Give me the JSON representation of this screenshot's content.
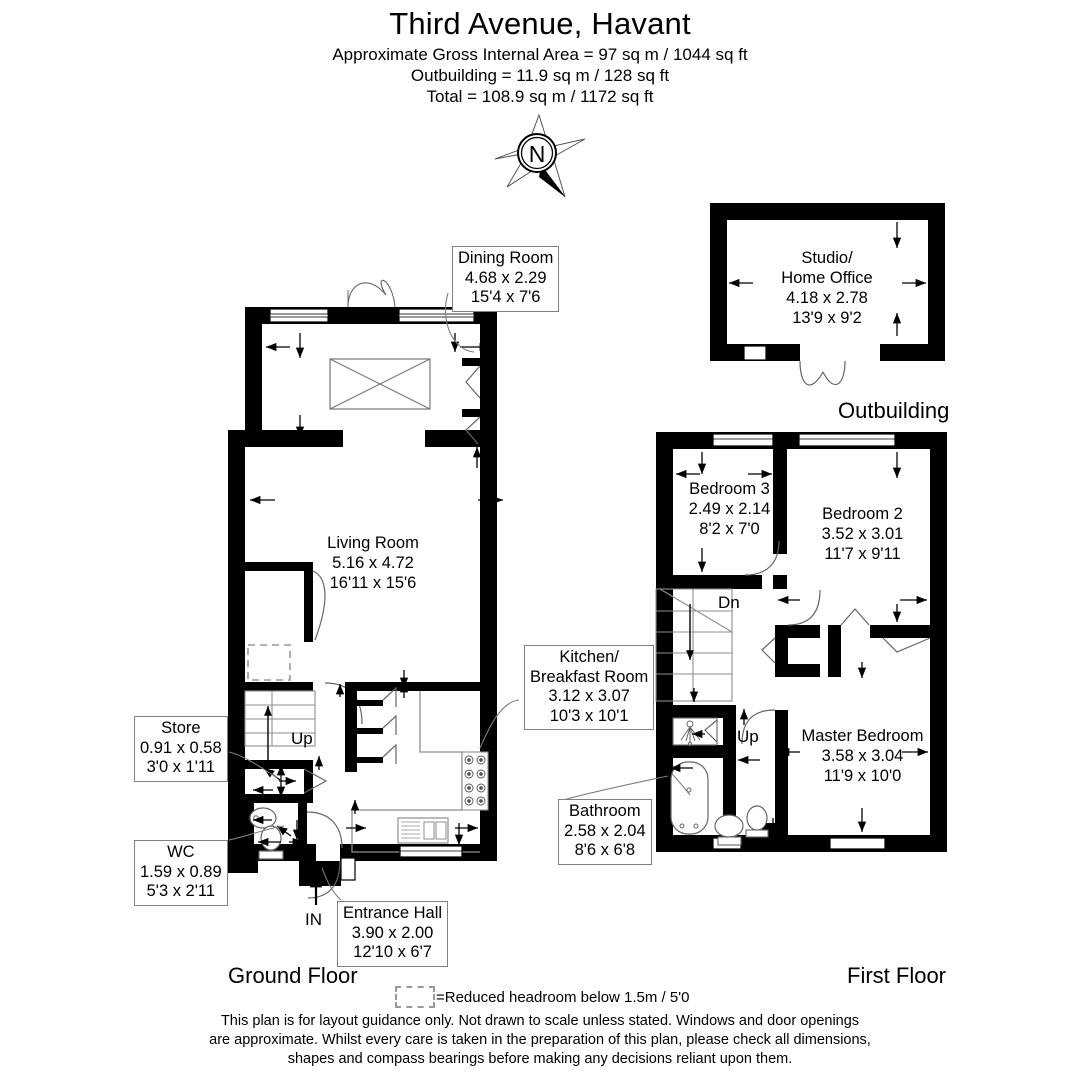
{
  "header": {
    "title": "Third Avenue, Havant",
    "line1": "Approximate Gross Internal Area = 97 sq m / 1044 sq ft",
    "line2": "Outbuilding = 11.9 sq m / 128 sq ft",
    "line3": "Total = 108.9 sq m / 1172 sq ft"
  },
  "compass": {
    "label": "N",
    "icon": "compass-north-star"
  },
  "floors": {
    "ground_label": "Ground Floor",
    "first_label": "First Floor",
    "outbuilding_label": "Outbuilding"
  },
  "rooms": {
    "dining": {
      "name": "Dining Room",
      "metric": "4.68 x 2.29",
      "imperial": "15'4 x 7'6"
    },
    "living": {
      "name": "Living Room",
      "metric": "5.16 x 4.72",
      "imperial": "16'11 x 15'6"
    },
    "kitchen": {
      "name1": "Kitchen/",
      "name2": "Breakfast Room",
      "metric": "3.12 x 3.07",
      "imperial": "10'3 x 10'1"
    },
    "store": {
      "name": "Store",
      "metric": "0.91 x 0.58",
      "imperial": "3'0 x 1'11"
    },
    "wc": {
      "name": "WC",
      "metric": "1.59 x 0.89",
      "imperial": "5'3 x 2'11"
    },
    "entrance": {
      "name": "Entrance Hall",
      "metric": "3.90 x 2.00",
      "imperial": "12'10 x 6'7"
    },
    "bedroom3": {
      "name": "Bedroom 3",
      "metric": "2.49 x 2.14",
      "imperial": "8'2 x 7'0"
    },
    "bedroom2": {
      "name": "Bedroom 2",
      "metric": "3.52 x 3.01",
      "imperial": "11'7 x 9'11"
    },
    "master": {
      "name": "Master Bedroom",
      "metric": "3.58 x 3.04",
      "imperial": "11'9 x 10'0"
    },
    "bathroom": {
      "name": "Bathroom",
      "metric": "2.58 x 2.04",
      "imperial": "8'6 x 6'8"
    },
    "studio": {
      "name1": "Studio/",
      "name2": "Home Office",
      "metric": "4.18 x 2.78",
      "imperial": "13'9 x 9'2"
    }
  },
  "markers": {
    "stairs_up_ground": "Up",
    "stairs_up_first": "Up",
    "stairs_down_first": "Dn",
    "entrance_in": "IN"
  },
  "legend": {
    "text": "=Reduced headroom below 1.5m / 5'0"
  },
  "disclaimer": {
    "line1": "This plan is for layout guidance only. Not drawn to scale unless stated. Windows and door openings",
    "line2": "are approximate. Whilst every care is taken in the preparation of this plan, please check all dimensions,",
    "line3": "shapes and compass bearings before making any decisions reliant upon them."
  },
  "colors": {
    "wall": "#000000",
    "paper": "#ffffff",
    "thin": "#808080",
    "dashed": "#9a9a9a"
  }
}
